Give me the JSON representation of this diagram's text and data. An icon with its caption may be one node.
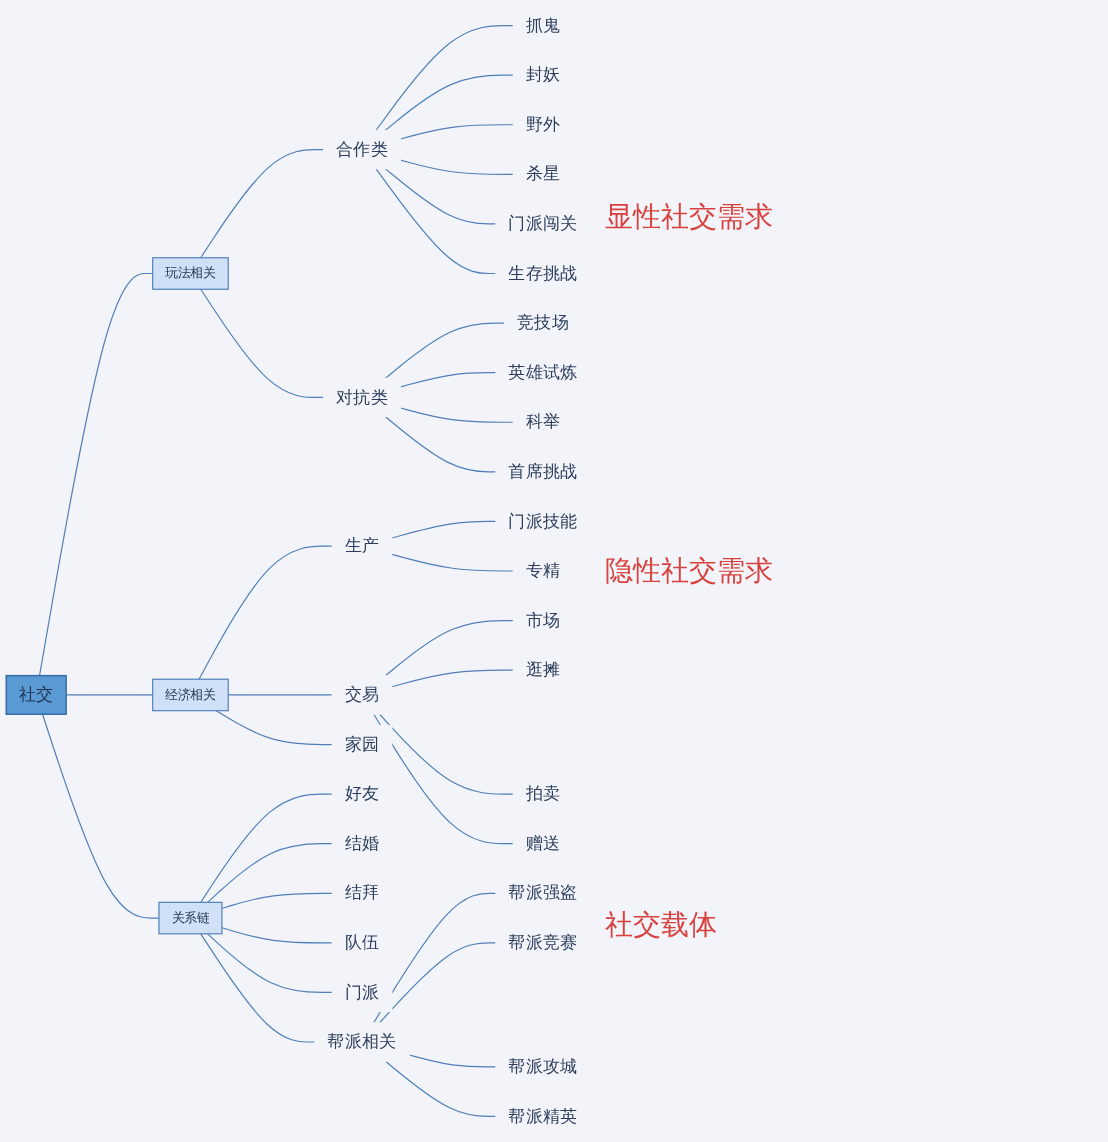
{
  "diagram": {
    "nodes": [
      {
        "text": [
          "社交"
        ]
      },
      {
        "text": [
          "玩法相关"
        ]
      },
      {
        "text": [
          "合作类"
        ]
      },
      {
        "text": [
          "抓鬼"
        ]
      },
      {
        "text": [
          "封妖"
        ]
      },
      {
        "text": [
          "野外"
        ]
      },
      {
        "text": [
          "杀星"
        ]
      },
      {
        "text": [
          "门派闯关"
        ]
      },
      {
        "text": [
          "生存挑战"
        ]
      },
      {
        "text": [
          "对抗类"
        ]
      },
      {
        "text": [
          "竞技场"
        ]
      },
      {
        "text": [
          "英雄试炼"
        ]
      },
      {
        "text": [
          "科举"
        ]
      },
      {
        "text": [
          "首席挑战"
        ]
      },
      {
        "text": [
          "经济相关"
        ]
      },
      {
        "text": [
          "生产"
        ]
      },
      {
        "text": [
          "门派技能"
        ]
      },
      {
        "text": [
          "专精"
        ]
      },
      {
        "text": [
          "交易"
        ]
      },
      {
        "text": [
          "市场"
        ]
      },
      {
        "text": [
          "逛摊"
        ]
      },
      {
        "text": [
          "拍卖"
        ]
      },
      {
        "text": [
          "赠送"
        ]
      },
      {
        "text": [
          "家园"
        ]
      },
      {
        "text": [
          "关系链"
        ]
      },
      {
        "text": [
          "好友"
        ]
      },
      {
        "text": [
          "结婚"
        ]
      },
      {
        "text": [
          "结拜"
        ]
      },
      {
        "text": [
          "队伍"
        ]
      },
      {
        "text": [
          "门派"
        ]
      },
      {
        "text": [
          "帮派相关"
        ]
      },
      {
        "text": [
          "帮派强盗"
        ]
      },
      {
        "text": [
          "帮派竞赛"
        ]
      },
      {
        "text": [
          "帮派攻城"
        ]
      },
      {
        "text": [
          "帮派精英"
        ]
      }
    ],
    "edges": [
      {
        "from": 0,
        "to": 1,
        "arrow": "none"
      },
      {
        "from": 1,
        "to": 2,
        "arrow": "none"
      },
      {
        "from": 2,
        "to": 3,
        "arrow": "none"
      },
      {
        "from": 2,
        "to": 4,
        "arrow": "none"
      },
      {
        "from": 2,
        "to": 5,
        "arrow": "none"
      },
      {
        "from": 2,
        "to": 6,
        "arrow": "none"
      },
      {
        "from": 2,
        "to": 7,
        "arrow": "none"
      },
      {
        "from": 2,
        "to": 8,
        "arrow": "none"
      },
      {
        "from": 1,
        "to": 9,
        "arrow": "none"
      },
      {
        "from": 9,
        "to": 10,
        "arrow": "none"
      },
      {
        "from": 9,
        "to": 11,
        "arrow": "none"
      },
      {
        "from": 9,
        "to": 12,
        "arrow": "none"
      },
      {
        "from": 9,
        "to": 13,
        "arrow": "none"
      },
      {
        "from": 0,
        "to": 14,
        "arrow": "none"
      },
      {
        "from": 14,
        "to": 15,
        "arrow": "none"
      },
      {
        "from": 15,
        "to": 16,
        "arrow": "none"
      },
      {
        "from": 15,
        "to": 17,
        "arrow": "none"
      },
      {
        "from": 14,
        "to": 18,
        "arrow": "none"
      },
      {
        "from": 18,
        "to": 19,
        "arrow": "none"
      },
      {
        "from": 18,
        "to": 20,
        "arrow": "none"
      },
      {
        "from": 18,
        "to": 21,
        "arrow": "none"
      },
      {
        "from": 18,
        "to": 22,
        "arrow": "none"
      },
      {
        "from": 14,
        "to": 23,
        "arrow": "none"
      },
      {
        "from": 0,
        "to": 24,
        "arrow": "none"
      },
      {
        "from": 24,
        "to": 25,
        "arrow": "none"
      },
      {
        "from": 24,
        "to": 26,
        "arrow": "none"
      },
      {
        "from": 24,
        "to": 27,
        "arrow": "none"
      },
      {
        "from": 24,
        "to": 28,
        "arrow": "none"
      },
      {
        "from": 24,
        "to": 29,
        "arrow": "none"
      },
      {
        "from": 24,
        "to": 30,
        "arrow": "none"
      },
      {
        "from": 30,
        "to": 31,
        "arrow": "none"
      },
      {
        "from": 30,
        "to": 32,
        "arrow": "none"
      },
      {
        "from": 30,
        "to": 33,
        "arrow": "none"
      },
      {
        "from": 30,
        "to": 34,
        "arrow": "none"
      }
    ],
    "labels": [
      "显性社交需求",
      "隐性社交需求",
      "社交载体"
    ]
  }
}
